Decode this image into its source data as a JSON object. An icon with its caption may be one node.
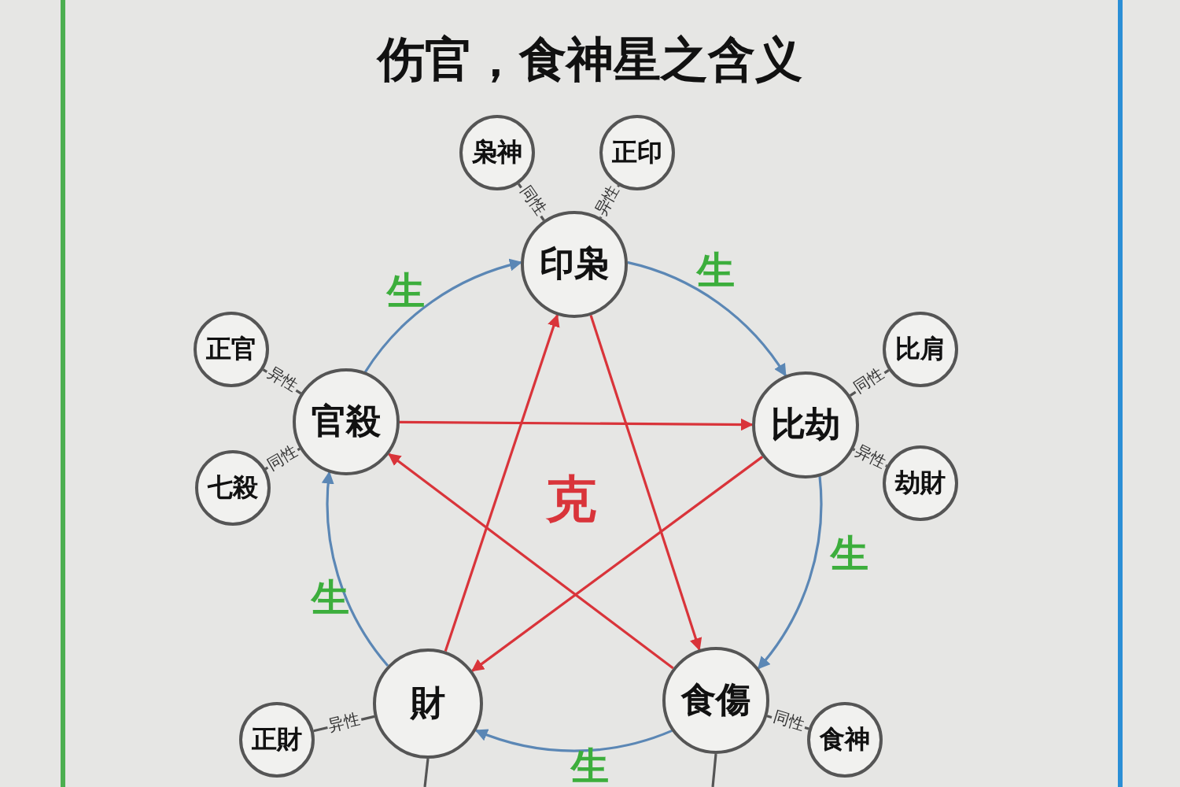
{
  "diagram": {
    "title": "伤官，食神星之含义",
    "nodes": [
      {
        "text": [
          "枭神"
        ]
      },
      {
        "text": [
          "正印"
        ]
      },
      {
        "text": [
          "印枭"
        ]
      },
      {
        "text": [
          "正官"
        ]
      },
      {
        "text": [
          "官殺"
        ]
      },
      {
        "text": [
          "比劫"
        ]
      },
      {
        "text": [
          "比肩"
        ]
      },
      {
        "text": [
          "七殺"
        ]
      },
      {
        "text": [
          "劫財"
        ]
      },
      {
        "text": [
          "財"
        ]
      },
      {
        "text": [
          "食傷"
        ]
      },
      {
        "text": [
          "正財"
        ]
      },
      {
        "text": [
          "食神"
        ]
      }
    ],
    "edges": [
      {
        "from": 4,
        "to": 2,
        "arrow": "to",
        "label": "生",
        "color": "#5b87b5"
      },
      {
        "from": 2,
        "to": 5,
        "arrow": "to",
        "label": "生",
        "color": "#5b87b5"
      },
      {
        "from": 5,
        "to": 10,
        "arrow": "to",
        "label": "生",
        "color": "#5b87b5"
      },
      {
        "from": 10,
        "to": 9,
        "arrow": "to",
        "label": "生",
        "color": "#5b87b5"
      },
      {
        "from": 9,
        "to": 4,
        "arrow": "to",
        "label": "生",
        "color": "#5b87b5"
      },
      {
        "from": 2,
        "to": 10,
        "arrow": "to",
        "color": "#d9343a"
      },
      {
        "from": 10,
        "to": 4,
        "arrow": "to",
        "color": "#d9343a"
      },
      {
        "from": 4,
        "to": 5,
        "arrow": "to",
        "color": "#d9343a"
      },
      {
        "from": 5,
        "to": 9,
        "arrow": "to",
        "color": "#d9343a"
      },
      {
        "from": 9,
        "to": 2,
        "arrow": "to",
        "color": "#d9343a"
      },
      {
        "from": 0,
        "to": 2,
        "arrow": "none",
        "label": "同性"
      },
      {
        "from": 1,
        "to": 2,
        "arrow": "none",
        "label": "异性"
      },
      {
        "from": 3,
        "to": 4,
        "arrow": "none",
        "label": "异性"
      },
      {
        "from": 7,
        "to": 4,
        "arrow": "none",
        "label": "同性"
      },
      {
        "from": 6,
        "to": 5,
        "arrow": "none",
        "label": "同性"
      },
      {
        "from": 8,
        "to": 5,
        "arrow": "none",
        "label": "异性"
      },
      {
        "from": 11,
        "to": 9,
        "arrow": "none",
        "label": "异性"
      },
      {
        "from": 12,
        "to": 10,
        "arrow": "none",
        "label": "同性"
      },
      {
        "from": 9,
        "to": null,
        "arrow": "none"
      },
      {
        "from": 10,
        "to": null,
        "arrow": "none"
      }
    ],
    "labels": [
      "克"
    ]
  }
}
